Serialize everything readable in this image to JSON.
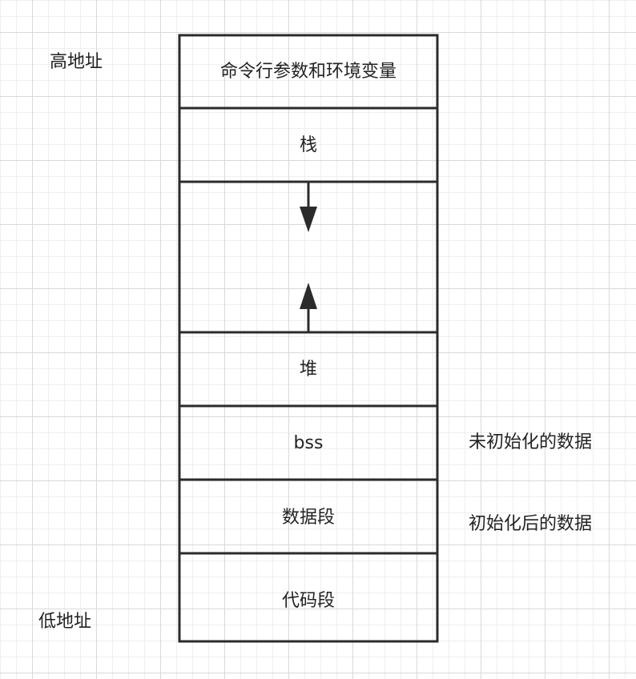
{
  "memory_layout": {
    "high_address_label": "高地址",
    "low_address_label": "低地址",
    "segments": {
      "cmdline_env": "命令行参数和环境变量",
      "stack": "栈",
      "heap": "堆",
      "bss": "bss",
      "data": "数据段",
      "text": "代码段"
    },
    "annotations": {
      "bss_note": "未初始化的数据",
      "data_note": "初始化后的数据"
    },
    "growth_arrows": {
      "stack_direction": "down",
      "heap_direction": "up"
    }
  },
  "colors": {
    "line": "#2b2b2b",
    "text": "#222222",
    "grid_major": "#d9d9d9",
    "grid_minor": "#efefef"
  }
}
